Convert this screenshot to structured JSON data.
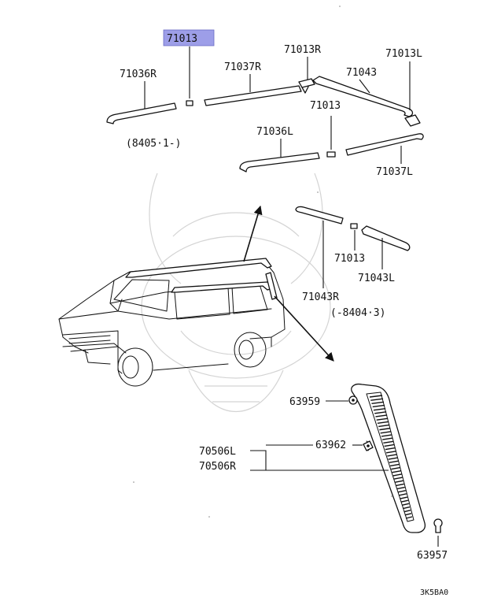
{
  "highlight_color": "#9d9ee8",
  "diagram": {
    "highlighted_part": "71013",
    "labels": {
      "p71013_top": "71013",
      "p71036R": "71036R",
      "p71037R": "71037R",
      "p71013R": "71013R",
      "p71013L": "71013L",
      "p71043": "71043",
      "p71013_mid": "71013",
      "p71036L": "71036L",
      "p71037L": "71037L",
      "p71013_low": "71013",
      "p71043L": "71043L",
      "p71043R": "71043R",
      "p63959": "63959",
      "p63962": "63962",
      "p70506L": "70506L",
      "p70506R": "70506R",
      "p63957": "63957"
    },
    "date_notes": {
      "from": "(8405·1-)",
      "until": "(-8404·3)"
    },
    "code": "3K5BA0"
  }
}
